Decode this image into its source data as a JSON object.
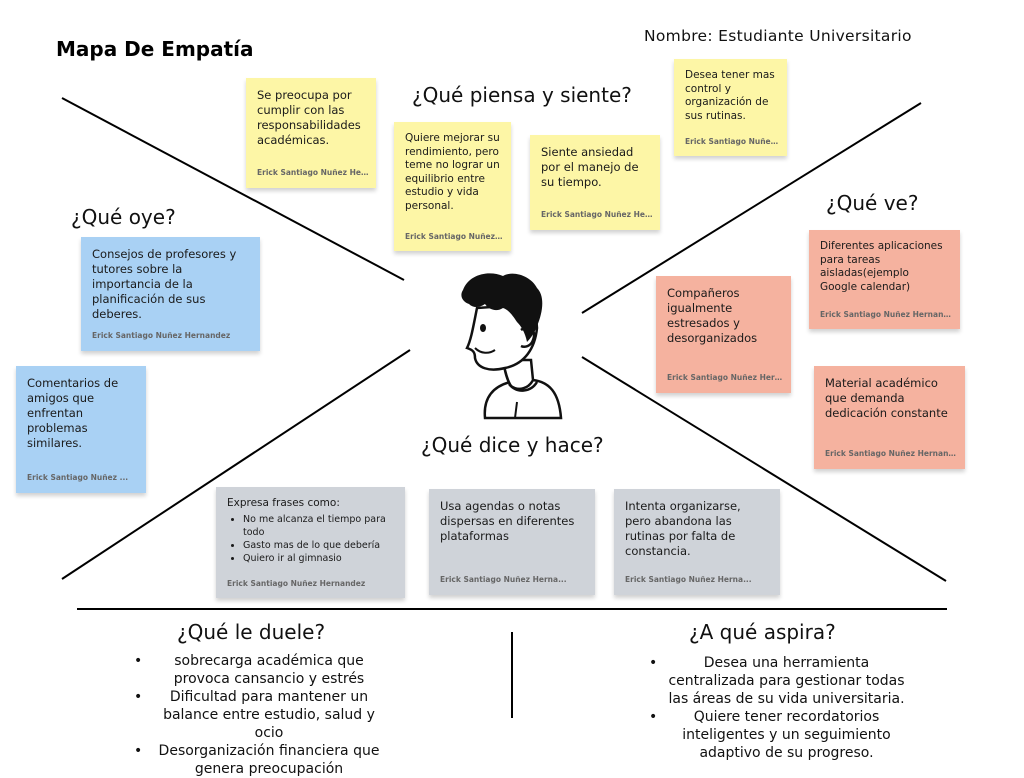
{
  "title": "Mapa De Empatía",
  "name_label": "Nombre: Estudiante Universitario",
  "sections": {
    "piensa": "¿Qué piensa y siente?",
    "oye": "¿Qué oye?",
    "ve": "¿Qué ve?",
    "dice": "¿Qué dice y hace?",
    "duele": "¿Qué le duele?",
    "aspira": "¿A qué aspira?"
  },
  "notes": {
    "piensa_1": {
      "text": "Se preocupa por cumplir con las responsabilidades académicas.",
      "author": "Erick Santiago Nuñez Hern..."
    },
    "piensa_2": {
      "text": "Quiere mejorar su rendimiento, pero teme no lograr un equilibrio entre estudio y vida personal.",
      "author": "Erick Santiago Nuñez Hern..."
    },
    "piensa_3": {
      "text": "Siente ansiedad por el manejo de su tiempo.",
      "author": "Erick Santiago Nuñez Hern..."
    },
    "piensa_4": {
      "text": "Desea tener mas control y organización de sus rutinas.",
      "author": "Erick Santiago Nuñez Hern..."
    },
    "oye_1": {
      "text": "Consejos de profesores y tutores sobre la importancia de la planificación de sus deberes.",
      "author": "Erick Santiago Nuñez Hernandez"
    },
    "oye_2": {
      "text": "Comentarios de amigos que enfrentan problemas similares.",
      "author": "Erick Santiago Nuñez ..."
    },
    "ve_1": {
      "text": "Diferentes aplicaciones para tareas aisladas(ejemplo Google calendar)",
      "author": "Erick Santiago Nuñez Hernandez"
    },
    "ve_2": {
      "text": "Compañeros igualmente estresados y desorganizados",
      "author": "Erick Santiago Nuñez Hern..."
    },
    "ve_3": {
      "text": "Material académico que demanda dedicación constante",
      "author": "Erick Santiago Nuñez Hernandez"
    },
    "dice_1": {
      "text": "Expresa frases como:",
      "bullets": [
        "No me alcanza el tiempo para todo",
        "Gasto mas de lo que debería",
        "Quiero ir al gimnasio"
      ],
      "author": "Erick Santiago Nuñez Hernandez"
    },
    "dice_2": {
      "text": "Usa agendas o notas dispersas en diferentes plataformas",
      "author": "Erick Santiago Nuñez Herna..."
    },
    "dice_3": {
      "text": "Intenta organizarse, pero abandona las rutinas por falta de constancia.",
      "author": "Erick Santiago Nuñez Herna..."
    }
  },
  "duele_items": [
    "sobrecarga académica que provoca cansancio y estrés",
    "Dificultad para mantener un balance entre estudio, salud y ocio",
    "Desorganización financiera que genera preocupación"
  ],
  "aspira_items": [
    "Desea una herramienta centralizada para gestionar todas las áreas de su vida universitaria.",
    "Quiere tener recordatorios inteligentes y un seguimiento adaptivo de su progreso."
  ],
  "colors": {
    "yellow": "#fdf6a6",
    "blue": "#a9d1f4",
    "salmon": "#f5b29f",
    "gray": "#cfd3d9"
  }
}
